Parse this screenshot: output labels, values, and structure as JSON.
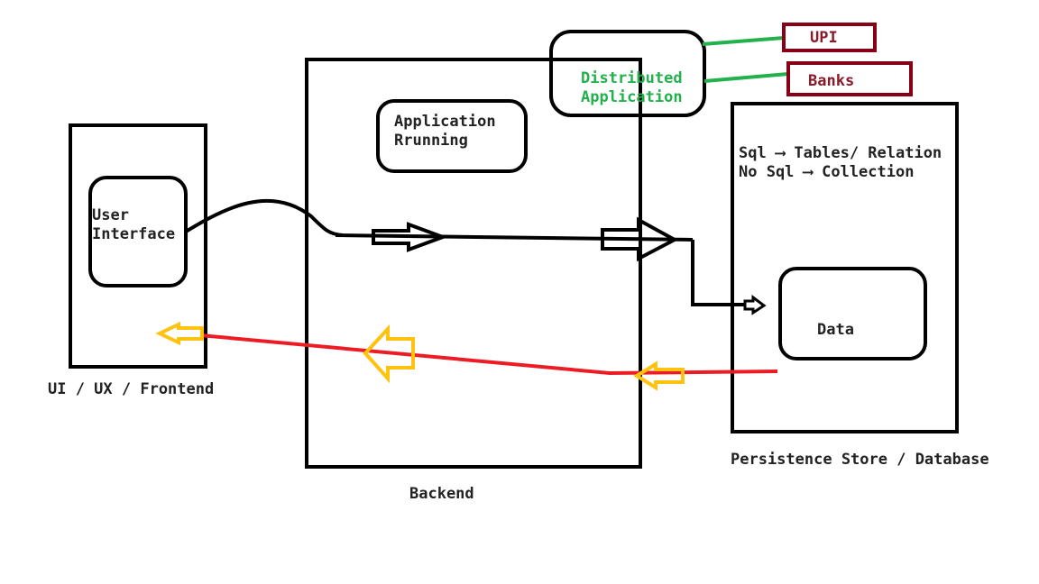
{
  "frontend": {
    "ui_text_line1": "User",
    "ui_text_line2": "Interface",
    "caption": "UI / UX / Frontend"
  },
  "backend": {
    "app_line1": "Application",
    "app_line2": "Rrunning",
    "caption": "Backend"
  },
  "distributed": {
    "line1": "Distributed",
    "line2": "Application",
    "upi": "UPI",
    "banks": "Banks"
  },
  "database": {
    "sql_line": "Sql ⟶ Tables/ Relation",
    "nosql_line": "No Sql ⟶ Collection",
    "data_label": "Data",
    "caption": "Persistence Store / Database"
  },
  "colors": {
    "stroke": "#000000",
    "response_line": "#ed1c24",
    "response_arrow": "#ffc20e",
    "external_line": "#22b14c",
    "external_box": "#880015"
  }
}
